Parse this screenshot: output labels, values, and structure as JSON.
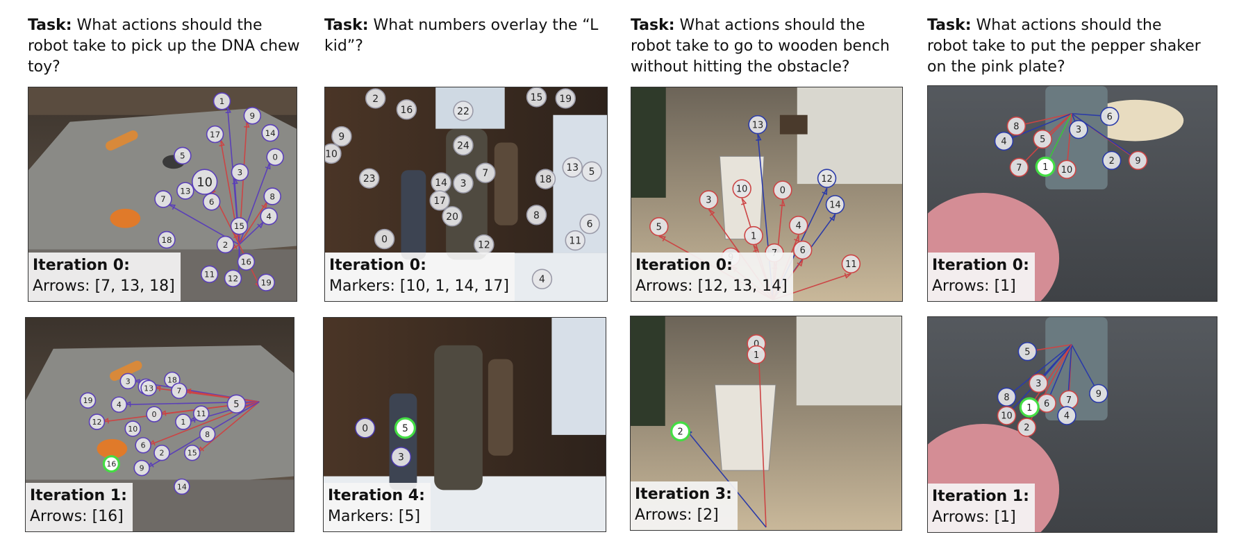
{
  "columns": [
    {
      "task_label": "Task:",
      "task_text": "What actions should the robot take to pick up the DNA chew toy?",
      "panels": [
        {
          "iteration": "Iteration 0:",
          "result": "Arrows: [7, 13, 18]",
          "markers": [
            "1",
            "9",
            "14",
            "17",
            "0",
            "5",
            "3",
            "10",
            "13",
            "8",
            "7",
            "6",
            "4",
            "15",
            "18",
            "2",
            "16",
            "11",
            "12",
            "19"
          ]
        },
        {
          "iteration": "Iteration 1:",
          "result": "Arrows: [16]",
          "markers": [
            "3",
            "17",
            "13",
            "18",
            "7",
            "19",
            "4",
            "5",
            "0",
            "11",
            "12",
            "10",
            "1",
            "8",
            "6",
            "2",
            "15",
            "16",
            "9",
            "14"
          ]
        }
      ]
    },
    {
      "task_label": "Task:",
      "task_text": "What numbers overlay the “L kid”?",
      "panels": [
        {
          "iteration": "Iteration 0:",
          "result": "Markers: [10, 1, 14, 17]",
          "markers": [
            "2",
            "16",
            "22",
            "15",
            "19",
            "10",
            "9",
            "24",
            "7",
            "23",
            "14",
            "3",
            "18",
            "13",
            "5",
            "17",
            "20",
            "8",
            "6",
            "11",
            "0",
            "12",
            "4"
          ]
        },
        {
          "iteration": "Iteration 4:",
          "result": "Markers: [5]",
          "markers": [
            "0",
            "5",
            "3"
          ]
        }
      ]
    },
    {
      "task_label": "Task:",
      "task_text": "What actions should the robot take to go to wooden bench without hitting the obstacle?",
      "panels": [
        {
          "iteration": "Iteration 0:",
          "result": "Arrows: [12, 13, 14]",
          "markers": [
            "13",
            "10",
            "0",
            "12",
            "3",
            "14",
            "5",
            "4",
            "1",
            "6",
            "7",
            "9",
            "11"
          ]
        },
        {
          "iteration": "Iteration 3:",
          "result": "Arrows: [2]",
          "markers": [
            "0",
            "1",
            "2"
          ]
        }
      ]
    },
    {
      "task_label": "Task:",
      "task_text": "What actions should the robot take to put the pepper shaker on the pink plate?",
      "panels": [
        {
          "iteration": "Iteration 0:",
          "result": "Arrows: [1]",
          "markers": [
            "6",
            "8",
            "3",
            "5",
            "4",
            "9",
            "2",
            "7",
            "1",
            "10"
          ]
        },
        {
          "iteration": "Iteration 1:",
          "result": "Arrows: [1]",
          "markers": [
            "5",
            "3",
            "8",
            "7",
            "9",
            "6",
            "1",
            "10",
            "4",
            "2"
          ]
        }
      ]
    }
  ]
}
